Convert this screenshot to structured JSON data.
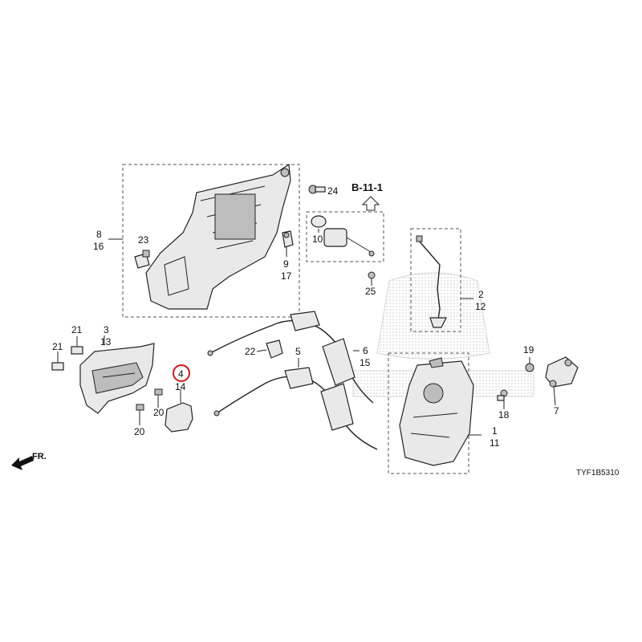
{
  "diagram": {
    "code": "TYF1B5310",
    "ref": "B-11-1",
    "front_label": "FR.",
    "callouts": {
      "p1": "1",
      "p11": "11",
      "p2": "2",
      "p12": "12",
      "p3": "3",
      "p13": "13",
      "p4": "4",
      "p14": "14",
      "p5": "5",
      "p6": "6",
      "p15": "15",
      "p7": "7",
      "p8": "8",
      "p16": "16",
      "p9": "9",
      "p17": "17",
      "p10": "10",
      "p18": "18",
      "p19": "19",
      "p20a": "20",
      "p20b": "20",
      "p21a": "21",
      "p21b": "21",
      "p22": "22",
      "p23": "23",
      "p24": "24",
      "p25": "25"
    },
    "highlighted_callout": "4",
    "colors": {
      "highlight": "#d01818",
      "watermark": "#d8d8d8"
    },
    "watermark_logo": "honda-logo"
  }
}
